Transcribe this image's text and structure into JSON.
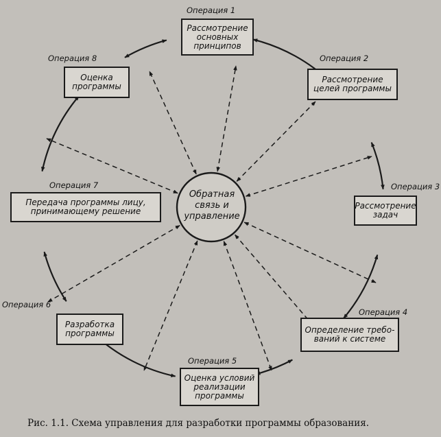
{
  "nodes": [
    {
      "operation": "Операция 1",
      "lines": [
        "Рассмотрение",
        "основных",
        "принципов"
      ]
    },
    {
      "operation": "Операция 2",
      "lines": [
        "Рассмотрение",
        "целей программы"
      ]
    },
    {
      "operation": "Операция 3",
      "lines": [
        "Рассмотрение",
        "задач"
      ]
    },
    {
      "operation": "Операция 4",
      "lines": [
        "Определение требо-",
        "ваний к системе"
      ]
    },
    {
      "operation": "Операция 5",
      "lines": [
        "Оценка условий",
        "реализации",
        "программы"
      ]
    },
    {
      "operation": "Операция 6",
      "lines": [
        "Разработка",
        "программы"
      ]
    },
    {
      "operation": "Операция 7",
      "lines": [
        "Передача программы лицу,",
        "принимающему решение"
      ]
    },
    {
      "operation": "Операция 8",
      "lines": [
        "Оценка",
        "программы"
      ]
    }
  ],
  "center": {
    "lines": [
      "Обратная",
      "связь и",
      "управление"
    ]
  },
  "caption": "Рис. 1.1. Схема управления для разработки программы образования."
}
